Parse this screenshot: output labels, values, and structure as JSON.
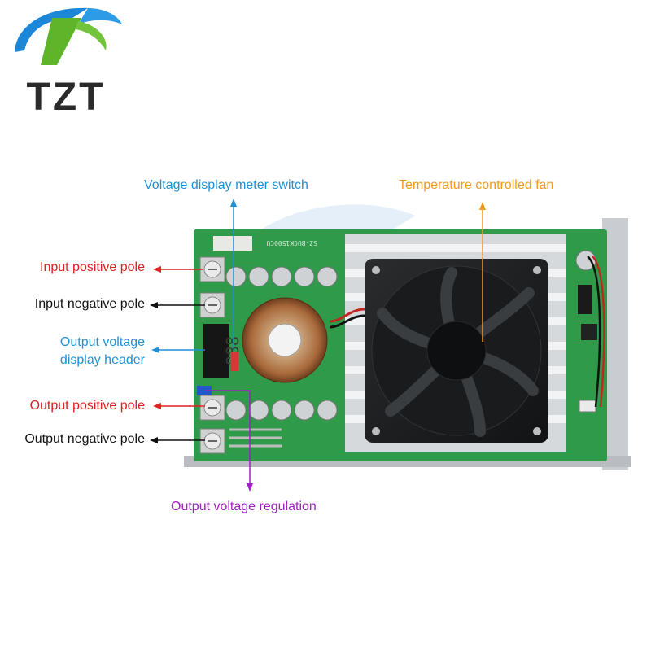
{
  "brand": {
    "logo_text": "TZT",
    "colors": {
      "blue": "#1c86d8",
      "green": "#5fb52a",
      "dark": "#2a2a2a"
    }
  },
  "annotations": {
    "meter_switch": {
      "text": "Voltage display meter switch",
      "color": "#1e90d6"
    },
    "fan": {
      "text": "Temperature controlled fan",
      "color": "#f39a1a"
    },
    "input_positive": {
      "text": "Input positive pole",
      "color": "#e02020"
    },
    "input_negative": {
      "text": "Input negative pole",
      "color": "#111111"
    },
    "display_header": {
      "line1": "Output voltage",
      "line2": "display header",
      "color": "#1e90d6"
    },
    "output_positive": {
      "text": "Output positive pole",
      "color": "#e02020"
    },
    "output_negative": {
      "text": "Output negative pole",
      "color": "#111111"
    },
    "regulation": {
      "text": "Output voltage regulation",
      "color": "#a020c0"
    }
  },
  "board": {
    "silkscreen": "SZ-BUCK1500CU",
    "display_digits": "888",
    "colors": {
      "pcb": "#2f9a4a",
      "heatsink": "#d6d9dc",
      "fan": "#1d1f21"
    }
  }
}
